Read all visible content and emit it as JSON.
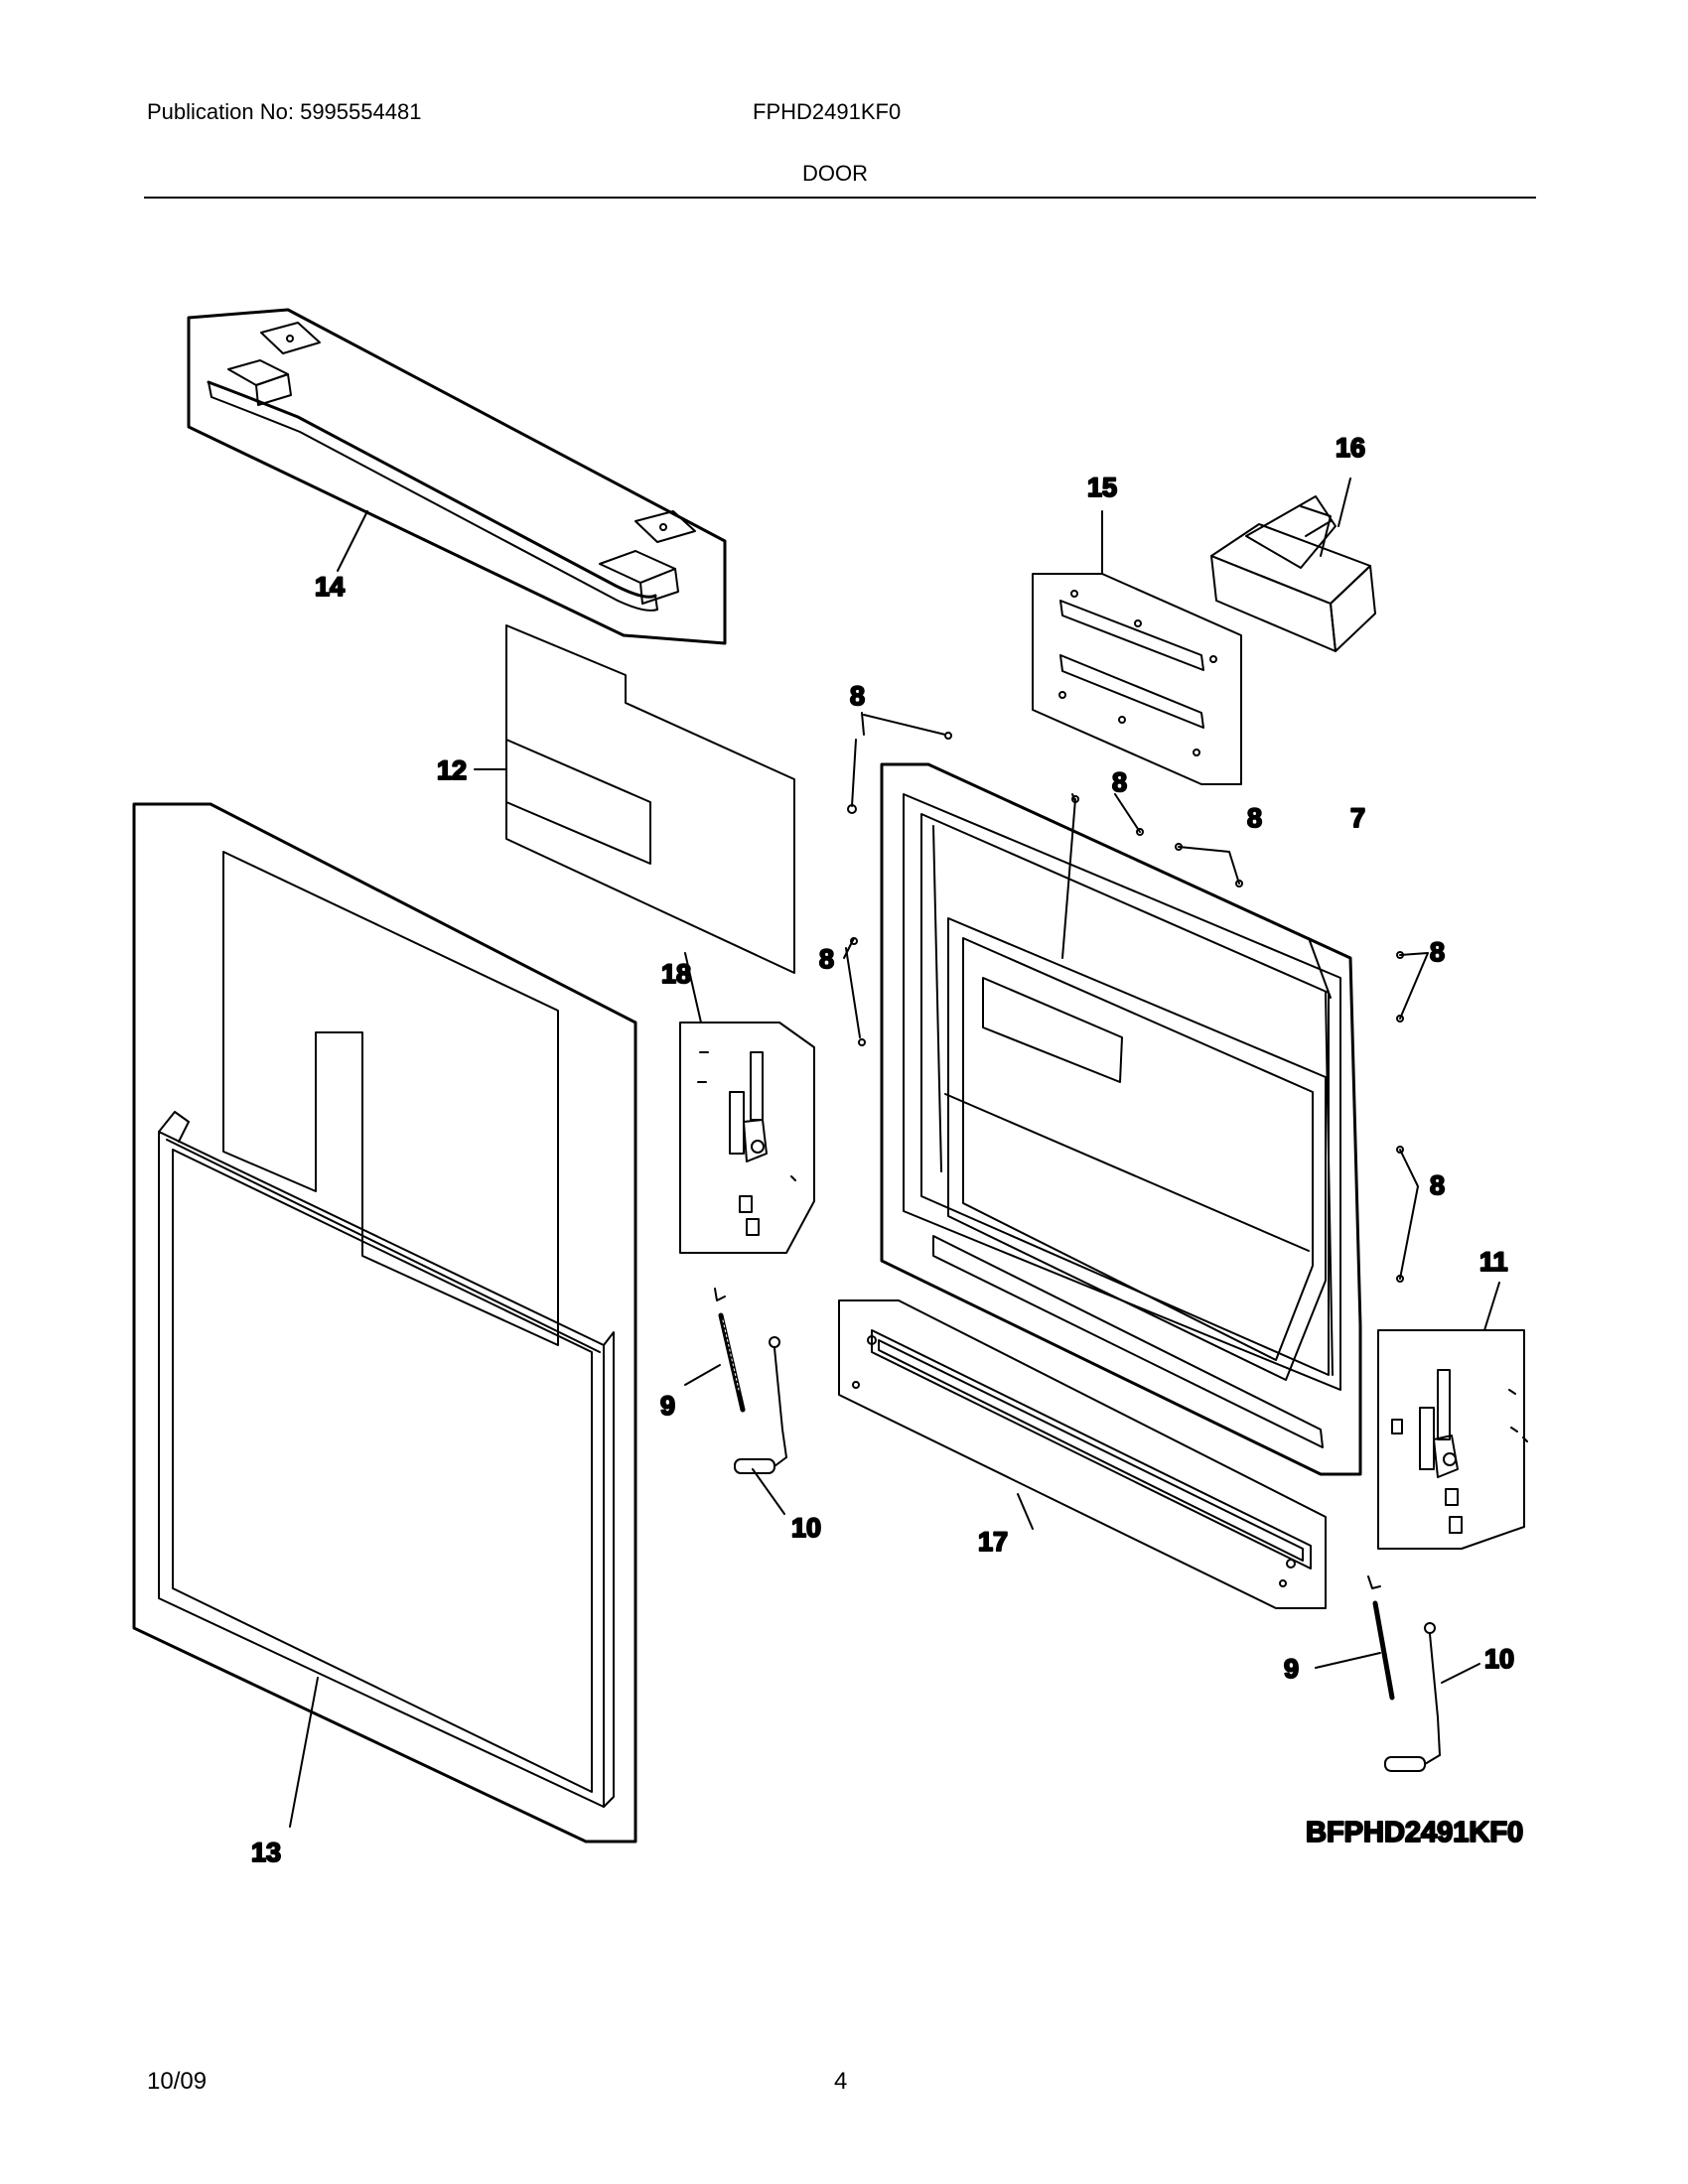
{
  "header": {
    "publication": "Publication No: 5995554481",
    "model": "FPHD2491KF0",
    "section_title": "DOOR"
  },
  "diagram": {
    "reference_code": "BFPHD2491KF0",
    "callouts": {
      "handle": "14",
      "insulation_12": "12",
      "outer_door_panel": "13",
      "hinge_bracket_left": "18",
      "spring_left": "9",
      "link_left": "10",
      "screw_top": "8",
      "screw_left": "8",
      "screw_mid_a": "8",
      "screw_mid_b": "8",
      "screw_right_a": "8",
      "screw_right_b": "8",
      "inner_door": "7",
      "bracket_kit": "15",
      "dispenser": "16",
      "bottom_trim": "17",
      "hinge_bracket_right": "11",
      "spring_right": "9",
      "link_right": "10"
    }
  },
  "footer": {
    "date": "10/09",
    "page": "4"
  }
}
